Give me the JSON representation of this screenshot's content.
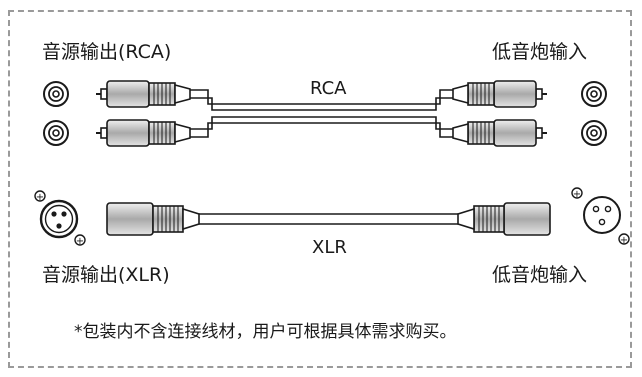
{
  "labels": {
    "rca_source": "音源输出(RCA)",
    "rca_sub": "低音炮输入",
    "rca_cable": "RCA",
    "xlr_cable": "XLR",
    "xlr_source": "音源输出(XLR)",
    "xlr_sub": "低音炮输入"
  },
  "note": "*包装内不含连接线材，用户可根据具体需求购买。",
  "icons": [
    "rca-jack-icon",
    "rca-plug-icon",
    "xlr-male-jack-icon",
    "xlr-female-jack-icon",
    "xlr-plug-icon"
  ],
  "colors": {
    "border": "#9a9a9a",
    "line": "#1a1a1a",
    "plug_gray": "#cfcfcf"
  }
}
